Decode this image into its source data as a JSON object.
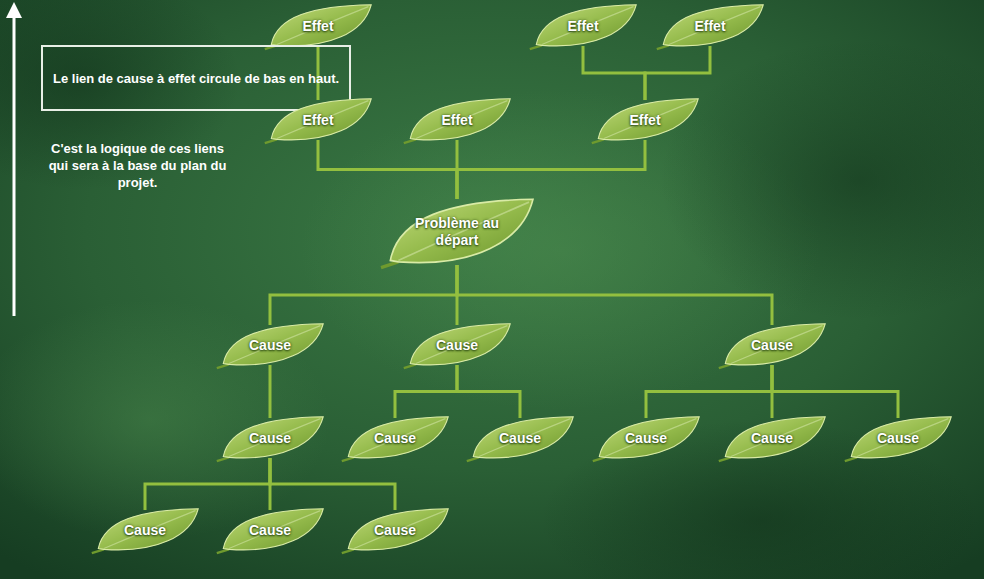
{
  "diagram": {
    "nodes": [
      {
        "text": [
          "Effet"
        ]
      },
      {
        "text": [
          "Effet"
        ]
      },
      {
        "text": [
          "Effet"
        ]
      },
      {
        "text": [
          "Le lien de cause à effet circule de bas en haut."
        ]
      },
      {
        "text": [
          "Effet"
        ]
      },
      {
        "text": [
          "Effet"
        ]
      },
      {
        "text": [
          "Effet"
        ]
      },
      {
        "text": [
          "Problème au départ"
        ]
      },
      {
        "text": [
          "Cause"
        ]
      },
      {
        "text": [
          "Cause"
        ]
      },
      {
        "text": [
          "Cause"
        ]
      },
      {
        "text": [
          "Cause"
        ]
      },
      {
        "text": [
          "Cause"
        ]
      },
      {
        "text": [
          "Cause"
        ]
      },
      {
        "text": [
          "Cause"
        ]
      },
      {
        "text": [
          "Cause"
        ]
      },
      {
        "text": [
          "Cause"
        ]
      },
      {
        "text": [
          "Cause"
        ]
      },
      {
        "text": [
          "Cause"
        ]
      },
      {
        "text": [
          "Cause"
        ]
      }
    ],
    "edges": [
      {
        "from": 4,
        "to": 0,
        "arrow": "none"
      },
      {
        "from": 6,
        "to": 1,
        "arrow": "none"
      },
      {
        "from": 6,
        "to": 2,
        "arrow": "none"
      },
      {
        "from": 7,
        "to": 4,
        "arrow": "none"
      },
      {
        "from": 7,
        "to": 5,
        "arrow": "none"
      },
      {
        "from": 7,
        "to": 6,
        "arrow": "none"
      },
      {
        "from": 8,
        "to": 7,
        "arrow": "none"
      },
      {
        "from": 9,
        "to": 7,
        "arrow": "none"
      },
      {
        "from": 10,
        "to": 7,
        "arrow": "none"
      },
      {
        "from": 11,
        "to": 8,
        "arrow": "none"
      },
      {
        "from": 12,
        "to": 9,
        "arrow": "none"
      },
      {
        "from": 13,
        "to": 9,
        "arrow": "none"
      },
      {
        "from": 14,
        "to": 10,
        "arrow": "none"
      },
      {
        "from": 15,
        "to": 10,
        "arrow": "none"
      },
      {
        "from": 16,
        "to": 10,
        "arrow": "none"
      },
      {
        "from": 17,
        "to": 11,
        "arrow": "none"
      },
      {
        "from": 18,
        "to": 11,
        "arrow": "none"
      },
      {
        "from": 19,
        "to": 11,
        "arrow": "none"
      }
    ],
    "labels": [
      "C'est la logique de ces liens qui sera à la base du plan du projet."
    ]
  }
}
